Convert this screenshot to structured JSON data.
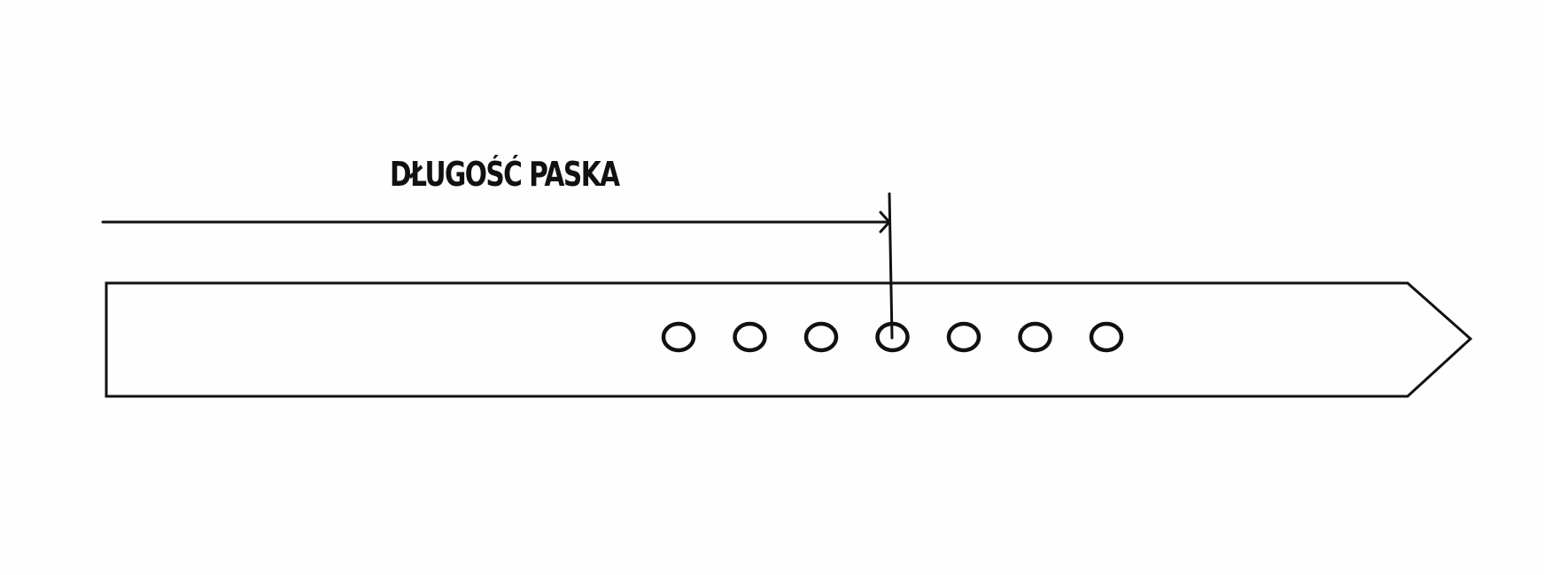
{
  "diagram": {
    "label": "DŁUGOŚĆ PASKA",
    "hole_count": 7,
    "measured_hole": 4,
    "stroke_color": "#111111",
    "background_color": "#fefefe"
  }
}
